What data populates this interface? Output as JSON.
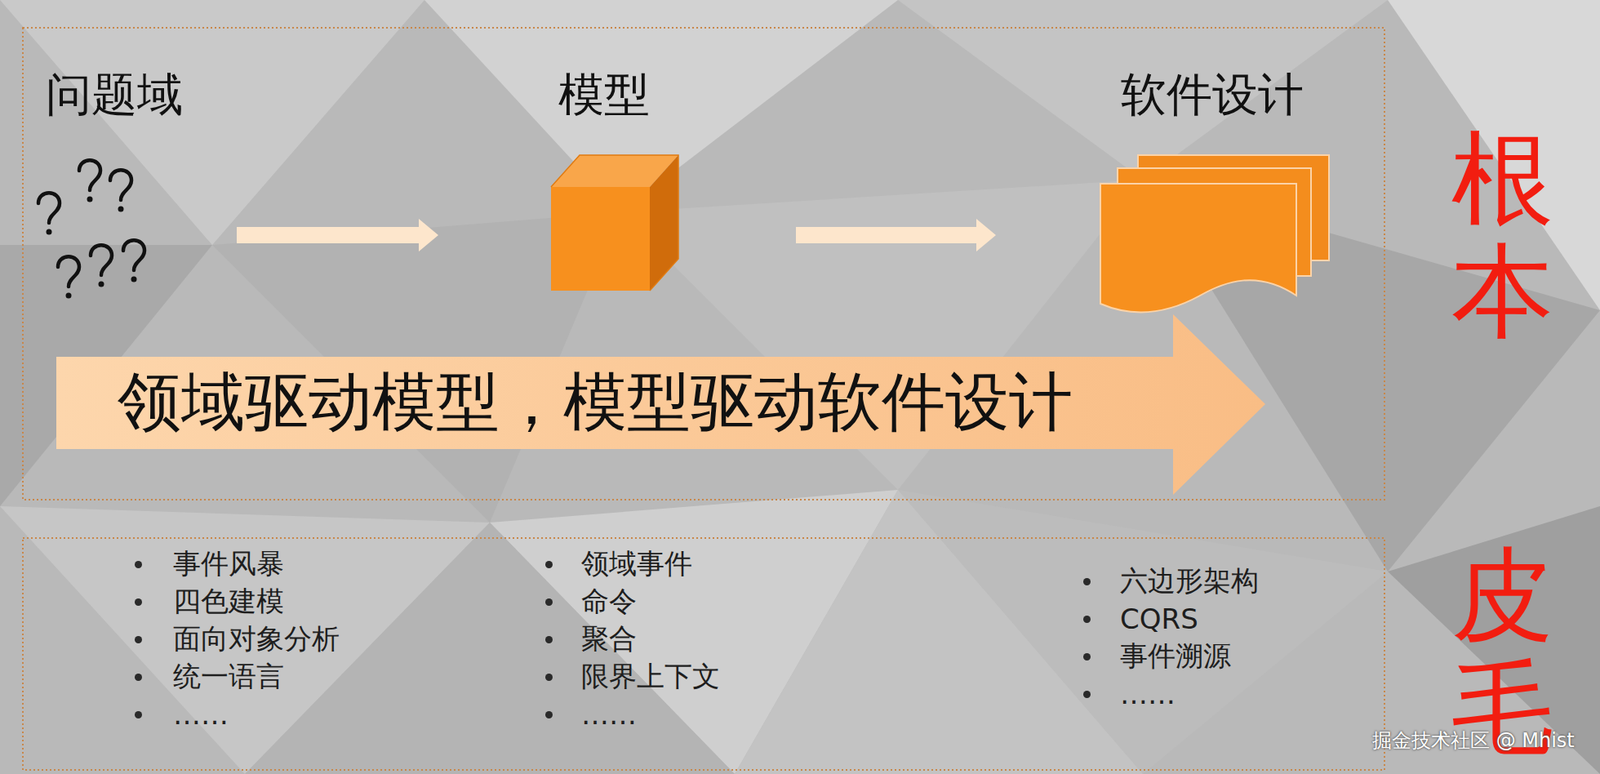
{
  "diagram": {
    "nodes": [
      {
        "text": [
          "问题域"
        ]
      },
      {
        "text": [
          "模型"
        ]
      },
      {
        "text": [
          "软件设计"
        ]
      },
      {
        "text": [
          "领域驱动模型，模型驱动软件设计"
        ]
      }
    ],
    "edges": [
      {
        "from": 0,
        "to": 1,
        "arrow": "to"
      },
      {
        "from": 1,
        "to": 2,
        "arrow": "to"
      }
    ],
    "labels": [
      "根本",
      "皮毛",
      "事件风暴",
      "四色建模",
      "面向对象分析",
      "统一语言",
      "……",
      "领域事件",
      "命令",
      "聚合",
      "限界上下文",
      "……",
      "六边形架构",
      "CQRS",
      "事件溯源",
      "……",
      "掘金技术社区 @ Mhist"
    ]
  }
}
